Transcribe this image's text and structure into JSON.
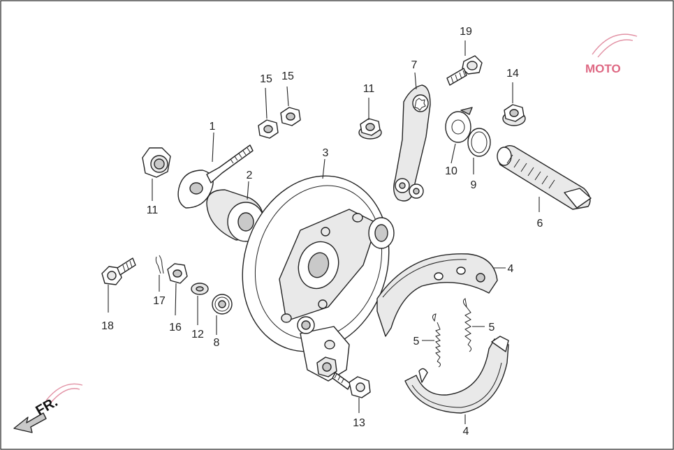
{
  "diagram": {
    "direction_label": "FR.",
    "watermark": "MOTO",
    "callouts": {
      "c1": "1",
      "c2": "2",
      "c3": "3",
      "c4a": "4",
      "c4b": "4",
      "c5a": "5",
      "c5b": "5",
      "c6": "6",
      "c7": "7",
      "c8": "8",
      "c9": "9",
      "c10": "10",
      "c11a": "11",
      "c11b": "11",
      "c12": "12",
      "c13": "13",
      "c14": "14",
      "c15a": "15",
      "c15b": "15",
      "c16": "16",
      "c17": "17",
      "c18": "18",
      "c19": "19"
    }
  }
}
